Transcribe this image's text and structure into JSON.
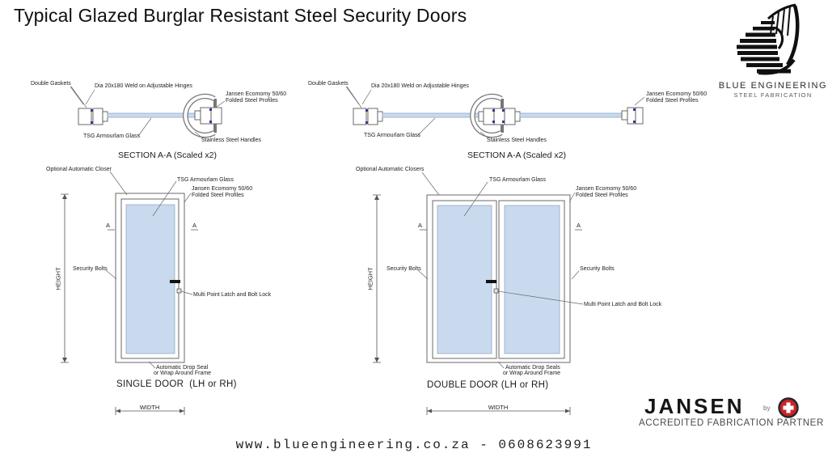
{
  "page": {
    "title": "Typical Glazed Burglar Resistant Steel Security Doors",
    "footer": "www.blueengineering.co.za - 0608623991"
  },
  "branding": {
    "blue_engineering": {
      "name": "BLUE ENGINEERING",
      "tagline": "STEEL FABRICATION"
    },
    "jansen": {
      "name": "JANSEN",
      "by": "by",
      "tagline": "ACCREDITED FABRICATION PARTNER"
    }
  },
  "section_single": {
    "caption": "SECTION A-A (Scaled x2)",
    "double_gaskets": "Double Gaskets",
    "hinges": "Dia 20x180 Weld on Adjustable Hinges",
    "profiles_1": "Jansen Ecomomy 50/60",
    "profiles_2": "Folded Steel Profiles",
    "glass": "TSG Armourlam Glass",
    "handles": "Stainless Steel Handles"
  },
  "section_double": {
    "caption": "SECTION A-A (Scaled x2)",
    "double_gaskets": "Double Gaskets",
    "hinges": "Dia 20x180 Weld on Adjustable Hinges",
    "profiles_1": "Jansen Ecomomy 50/60",
    "profiles_2": "Folded Steel Profiles",
    "glass": "TSG Armourlam Glass",
    "handles": "Stainless Steel Handles"
  },
  "door_single": {
    "caption": "SINGLE DOOR  (LH or RH)",
    "closer": "Optional Automatic Closer",
    "glass": "TSG Armourlam Glass",
    "profiles_1": "Jansen Ecomomy 50/60",
    "profiles_2": "Folded Steel Profiles",
    "security_bolts": "Security Bolts",
    "latch": "Multi Point Latch and Bolt Lock",
    "seal_1": "Automatic Drop Seal",
    "seal_2": "or Wrap Around Frame",
    "height": "HEIGHT",
    "width": "WIDTH",
    "section_mark": "A"
  },
  "door_double": {
    "caption": "DOUBLE DOOR (LH or RH)",
    "closer": "Optional Automatic Closers",
    "glass": "TSG Armourlam Glass",
    "profiles_1": "Jansen Ecomomy 50/60",
    "profiles_2": "Folded Steel Profiles",
    "security_bolts_left": "Security Bolts",
    "security_bolts_right": "Security Bolts",
    "latch": "Multi Point Latch and Bolt Lock",
    "seal_1": "Automatic Drop Seals",
    "seal_2": "or Wrap Around Frame",
    "height": "HEIGHT",
    "width": "WIDTH",
    "section_mark": "A"
  },
  "colors": {
    "glass_fill": "#c9daee",
    "line": "#555555",
    "gasket_blue": "#2b3a9a",
    "jansen_red": "#c8242b"
  }
}
